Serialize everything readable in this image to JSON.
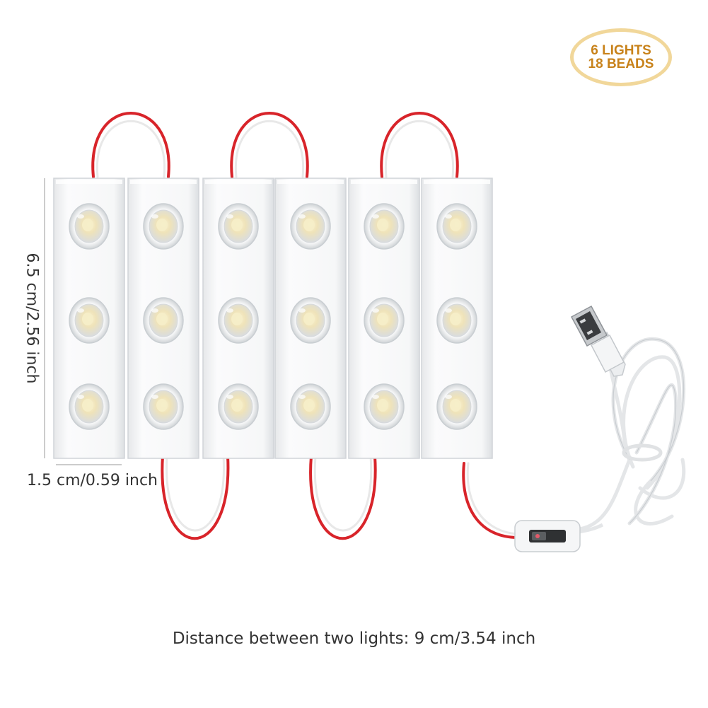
{
  "badge": {
    "line1": "6 LIGHTS",
    "line2": "18 BEADS",
    "text_color": "#c8821a",
    "border_color": "#f1d79a"
  },
  "dimensions": {
    "height": "6.5 cm/2.56 inch",
    "width": "1.5 cm/0.59 inch"
  },
  "caption": "Distance between two lights: 9 cm/3.54 inch",
  "product": {
    "modules": 6,
    "beads_per_module": 3,
    "wire_color": "#d8242a",
    "bead_color": "#f6eec8"
  }
}
